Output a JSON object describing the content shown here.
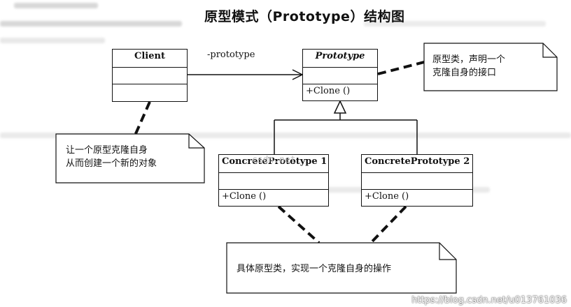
{
  "title": "原型模式（Prototype）结构图",
  "classes": {
    "client": {
      "name": "Client",
      "operation": ""
    },
    "prototype": {
      "name": "Prototype",
      "operation": "+Clone ()"
    },
    "concrete1": {
      "name": "ConcretePrototype 1",
      "operation": "+Clone ()"
    },
    "concrete2": {
      "name": "ConcretePrototype 2",
      "operation": "+Clone ()"
    }
  },
  "association_label": "-prototype",
  "notes": {
    "prototype_note": [
      "原型类，声明一个",
      "克隆自身的接口"
    ],
    "client_note": [
      "让一个原型克隆自身",
      "从而创建一个新的对象"
    ],
    "concrete_note": [
      "具体原型类，实现一个克隆自身的操作"
    ]
  },
  "watermark_center": "csdn.net",
  "watermark": "https://blog.csdn.net/u013761036"
}
